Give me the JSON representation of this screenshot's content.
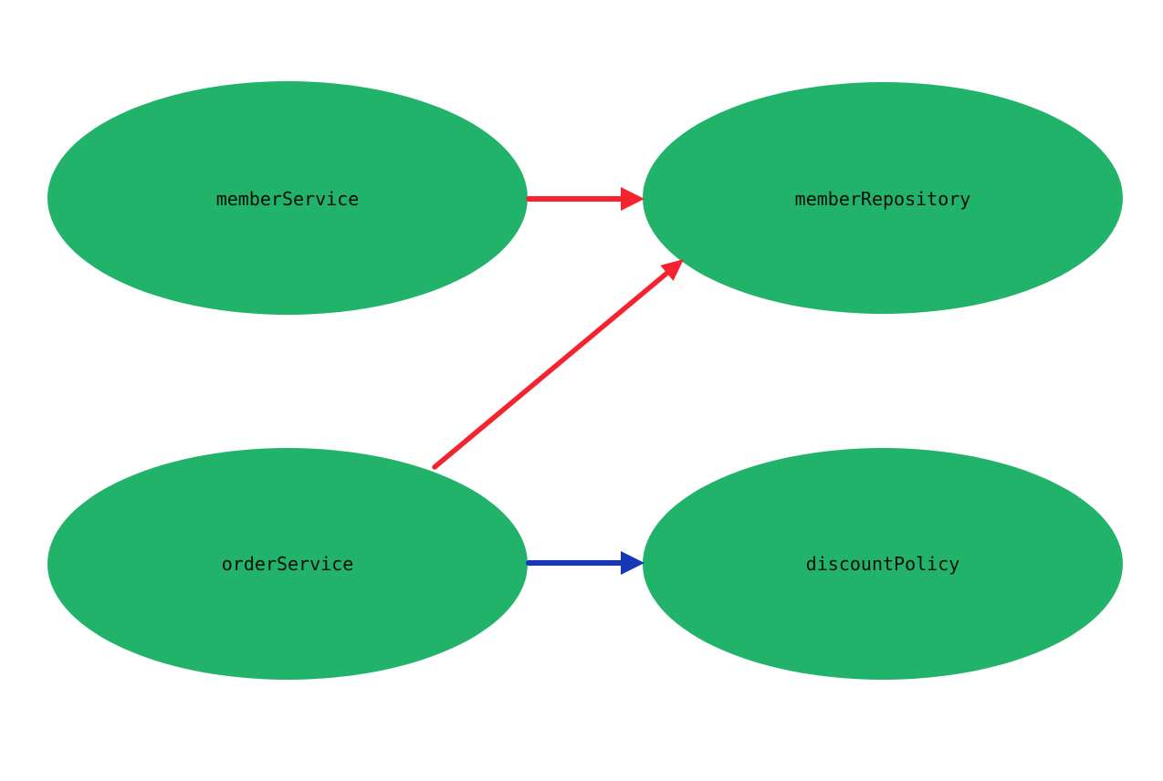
{
  "diagram": {
    "type": "dependency-graph",
    "background": "#ffffff"
  },
  "colors": {
    "node_fill": "#22b36a",
    "label_text": "#0d0d0d",
    "red_edge": "#f5232d",
    "blue_edge": "#1638b4"
  },
  "nodes": [
    {
      "id": "memberService",
      "label": "memberService"
    },
    {
      "id": "memberRepository",
      "label": "memberRepository"
    },
    {
      "id": "orderService",
      "label": "orderService"
    },
    {
      "id": "discountPolicy",
      "label": "discountPolicy"
    }
  ],
  "edges": [
    {
      "from": "memberService",
      "to": "memberRepository",
      "color": "#f5232d"
    },
    {
      "from": "orderService",
      "to": "memberRepository",
      "color": "#f5232d"
    },
    {
      "from": "orderService",
      "to": "discountPolicy",
      "color": "#1638b4"
    }
  ]
}
